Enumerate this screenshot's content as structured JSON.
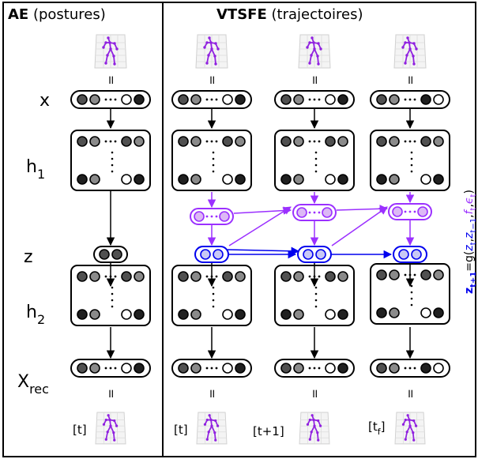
{
  "headers": {
    "ae_bold": "AE",
    "ae_rest": " (postures)",
    "vtsfe_bold": "VTSFE",
    "vtsfe_rest": " (trajectoires)"
  },
  "row_labels": {
    "x": "x",
    "h1_base": "h",
    "h1_sub": "1",
    "z": "z",
    "h2_base": "h",
    "h2_sub": "2",
    "xrec_base": "X",
    "xrec_sub": "rec"
  },
  "equals_sign": "॥",
  "time_labels": {
    "ae_t": "[t]",
    "col1": "[t]",
    "col2": "[t+1]",
    "col3_base": "[t",
    "col3_sub": "f",
    "col3_end": "]"
  },
  "formula": {
    "lhs_base": "z",
    "lhs_sub": "t+1",
    "eq": "=g(",
    "z_base": "z",
    "z_sub": "t",
    "c1": ",",
    "zm_base": "z",
    "zm_sub": "t−1",
    "c2": ",",
    "f_base": "f",
    "f_sub": "t",
    "c3": ",",
    "eps_base": "ϵ",
    "eps_sub": "t",
    "close": ")"
  },
  "colors": {
    "ink": "#000000",
    "purple": "#9b30ff",
    "purple_fill": "#dcb8f5",
    "blue": "#0000ee",
    "blue_fill": "#c8c8f5",
    "skeleton": "#9020e0",
    "dot_dark": "#505050",
    "dot_mid": "#8a8a8a",
    "dot_light": "#c4c4c4"
  },
  "icons": {
    "skeleton": "skeleton-icon",
    "neuron": "neuron-icon"
  }
}
